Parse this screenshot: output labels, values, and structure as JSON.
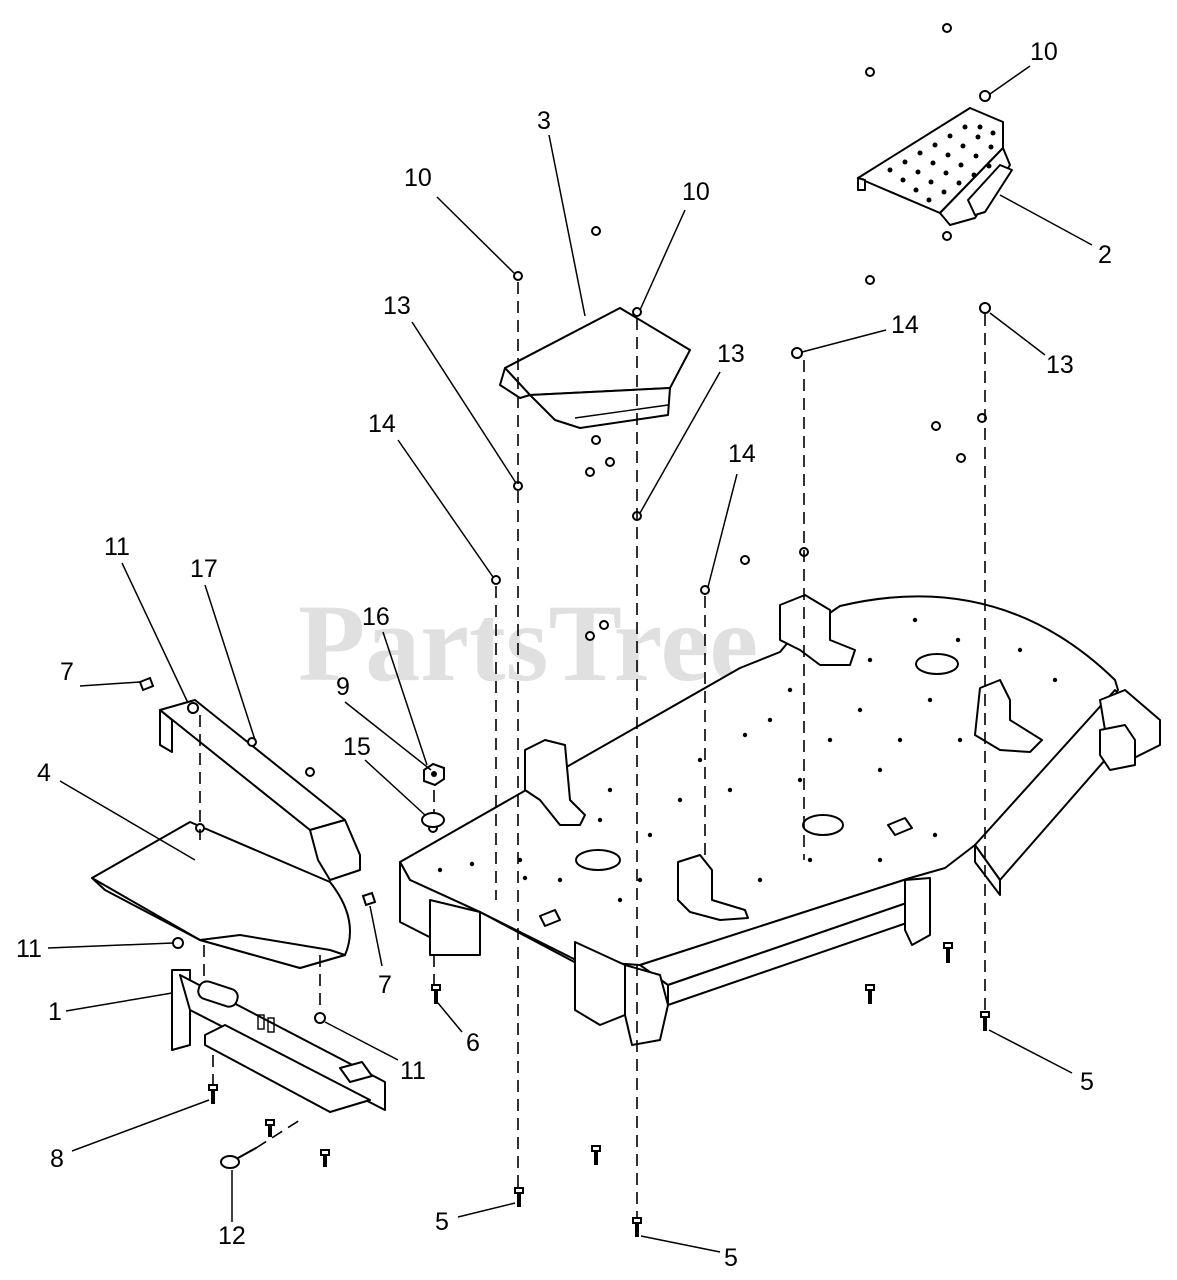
{
  "watermark": "PartsTree",
  "callouts": [
    {
      "id": "c1",
      "label": "1"
    },
    {
      "id": "c2",
      "label": "2"
    },
    {
      "id": "c3",
      "label": "3"
    },
    {
      "id": "c4",
      "label": "4"
    },
    {
      "id": "c5a",
      "label": "5"
    },
    {
      "id": "c5b",
      "label": "5"
    },
    {
      "id": "c5c",
      "label": "5"
    },
    {
      "id": "c6",
      "label": "6"
    },
    {
      "id": "c7a",
      "label": "7"
    },
    {
      "id": "c7b",
      "label": "7"
    },
    {
      "id": "c8",
      "label": "8"
    },
    {
      "id": "c9",
      "label": "9"
    },
    {
      "id": "c10a",
      "label": "10"
    },
    {
      "id": "c10b",
      "label": "10"
    },
    {
      "id": "c10c",
      "label": "10"
    },
    {
      "id": "c11a",
      "label": "11"
    },
    {
      "id": "c11b",
      "label": "11"
    },
    {
      "id": "c11c",
      "label": "11"
    },
    {
      "id": "c12",
      "label": "12"
    },
    {
      "id": "c13a",
      "label": "13"
    },
    {
      "id": "c13b",
      "label": "13"
    },
    {
      "id": "c13c",
      "label": "13"
    },
    {
      "id": "c14a",
      "label": "14"
    },
    {
      "id": "c14b",
      "label": "14"
    },
    {
      "id": "c14c",
      "label": "14"
    },
    {
      "id": "c15",
      "label": "15"
    },
    {
      "id": "c16",
      "label": "16"
    },
    {
      "id": "c17",
      "label": "17"
    }
  ]
}
